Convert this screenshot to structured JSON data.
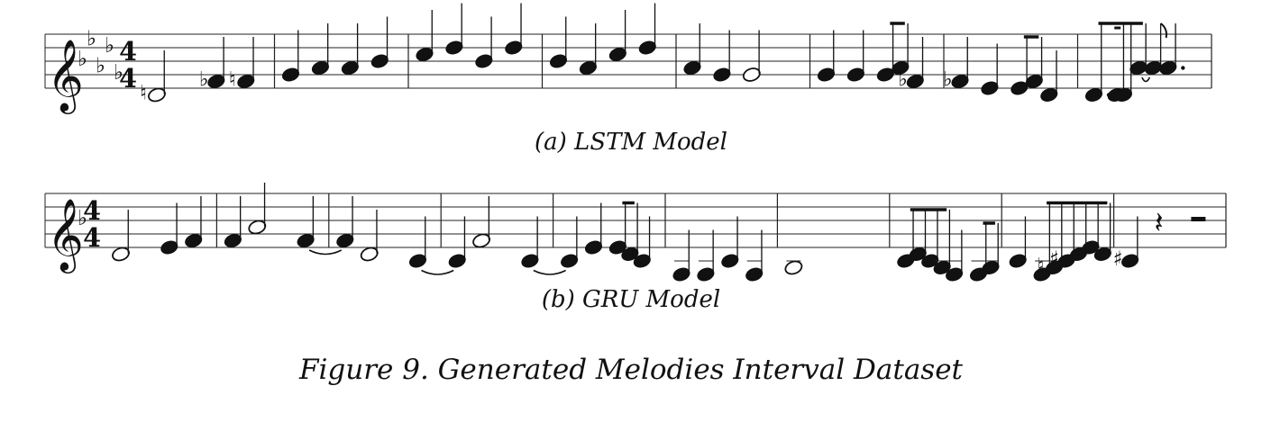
{
  "figure": {
    "caption_a": "(a) LSTM Model",
    "caption_b": "(b) GRU Model",
    "figure_caption": "Figure 9. Generated Melodies Interval Dataset"
  },
  "score_a": {
    "clef": "treble",
    "key_signature": [
      "Bb",
      "Eb",
      "Ab",
      "Db",
      "Gb"
    ],
    "time_signature": [
      "4",
      "4"
    ],
    "measures": [
      [
        {
          "p": "D4",
          "d": "h",
          "acc": "natural"
        },
        {
          "p": "F4",
          "d": "q",
          "acc": "flat"
        },
        {
          "p": "F4",
          "d": "q",
          "acc": "natural"
        }
      ],
      [
        {
          "p": "G4",
          "d": "q"
        },
        {
          "p": "A4",
          "d": "q"
        },
        {
          "p": "A4",
          "d": "q"
        },
        {
          "p": "B4",
          "d": "q"
        }
      ],
      [
        {
          "p": "C5",
          "d": "q"
        },
        {
          "p": "D5",
          "d": "q"
        },
        {
          "p": "B4",
          "d": "q"
        },
        {
          "p": "D5",
          "d": "q"
        }
      ],
      [
        {
          "p": "B4",
          "d": "q"
        },
        {
          "p": "A4",
          "d": "q"
        },
        {
          "p": "C5",
          "d": "q"
        },
        {
          "p": "D5",
          "d": "q"
        }
      ],
      [
        {
          "p": "A4",
          "d": "q"
        },
        {
          "p": "G4",
          "d": "q"
        },
        {
          "p": "G4",
          "d": "h"
        }
      ],
      [
        {
          "p": "G4",
          "d": "q"
        },
        {
          "p": "G4",
          "d": "q"
        },
        {
          "p": "G4",
          "d": "e"
        },
        {
          "p": "A4",
          "d": "e"
        },
        {
          "p": "F4",
          "d": "q",
          "acc": "flat"
        }
      ],
      [
        {
          "p": "F4",
          "d": "q",
          "acc": "flat"
        },
        {
          "p": "E4",
          "d": "q"
        },
        {
          "p": "E4",
          "d": "e"
        },
        {
          "p": "F4",
          "d": "e"
        },
        {
          "p": "D4",
          "d": "q"
        }
      ],
      [
        {
          "p": "D4",
          "d": "e."
        },
        {
          "p": "D4",
          "d": "s"
        },
        {
          "p": "D4",
          "d": "e"
        },
        {
          "p": "A4",
          "d": "e",
          "tie": true
        },
        {
          "p": "A4",
          "d": "e"
        },
        {
          "p": "A4",
          "d": "q."
        }
      ]
    ]
  },
  "score_b": {
    "clef": "treble",
    "key_signature": [
      "Bb"
    ],
    "time_signature": [
      "4",
      "4"
    ],
    "measures": [
      [
        {
          "p": "D4",
          "d": "h"
        },
        {
          "p": "E4",
          "d": "q"
        },
        {
          "p": "F4",
          "d": "q"
        }
      ],
      [
        {
          "p": "F4",
          "d": "q"
        },
        {
          "p": "A4",
          "d": "h"
        },
        {
          "p": "F4",
          "d": "q",
          "tie": true
        }
      ],
      [
        {
          "p": "F4",
          "d": "q"
        },
        {
          "p": "D4",
          "d": "h"
        },
        {
          "p": "C4",
          "d": "q",
          "tie": true
        }
      ],
      [
        {
          "p": "C4",
          "d": "q"
        },
        {
          "p": "F4",
          "d": "h"
        },
        {
          "p": "C4",
          "d": "q",
          "tie": true
        }
      ],
      [
        {
          "p": "C4",
          "d": "q"
        },
        {
          "p": "E4",
          "d": "q"
        },
        {
          "p": "E4",
          "d": "e"
        },
        {
          "p": "D4",
          "d": "e"
        },
        {
          "p": "C4",
          "d": "q"
        }
      ],
      [
        {
          "p": "A3",
          "d": "q"
        },
        {
          "p": "A3",
          "d": "q"
        },
        {
          "p": "C4",
          "d": "q"
        },
        {
          "p": "A3",
          "d": "q"
        }
      ],
      [
        {
          "p": "B3",
          "d": "w"
        }
      ],
      [
        {
          "p": "C4",
          "d": "e"
        },
        {
          "p": "D4",
          "d": "e"
        },
        {
          "p": "C4",
          "d": "e"
        },
        {
          "p": "B3",
          "d": "e"
        },
        {
          "p": "A3",
          "d": "q"
        },
        {
          "p": "A3",
          "d": "e"
        },
        {
          "p": "B3",
          "d": "e"
        }
      ],
      [
        {
          "p": "C4",
          "d": "q"
        },
        {
          "p": "A3",
          "d": "e"
        },
        {
          "p": "B3",
          "d": "e",
          "acc": "natural"
        },
        {
          "p": "C4",
          "d": "e",
          "acc": "sharp"
        },
        {
          "p": "D4",
          "d": "e"
        },
        {
          "p": "E4",
          "d": "e"
        },
        {
          "p": "D4",
          "d": "e"
        }
      ],
      [
        {
          "p": "C4",
          "d": "q",
          "acc": "sharp"
        },
        {
          "rest": "q"
        },
        {
          "rest": "h"
        }
      ]
    ]
  }
}
